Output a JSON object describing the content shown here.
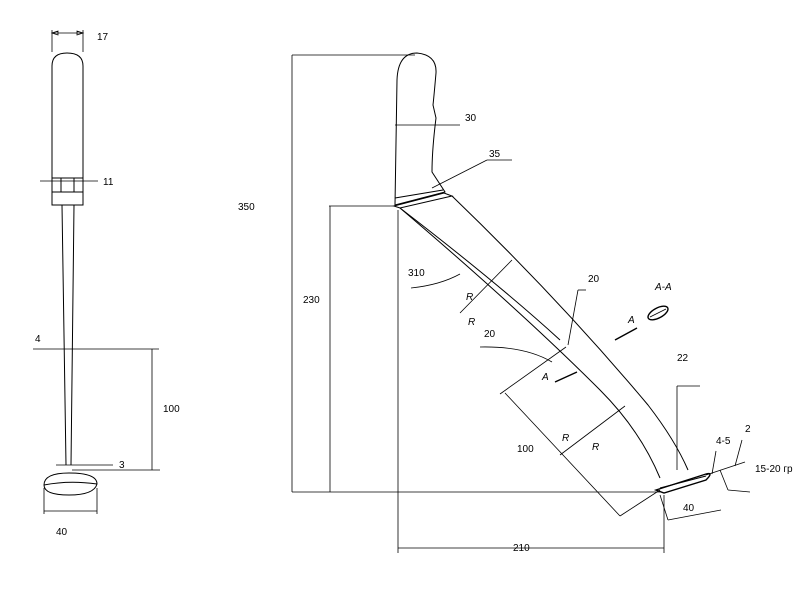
{
  "colors": {
    "line": "#000000",
    "blue": "#1a2fb0",
    "red": "#cc0000",
    "background": "#ffffff"
  },
  "front_view": {
    "dim_top_width": "17",
    "dim_neck": "11",
    "dim_shaft": "4",
    "dim_lower_length": "100",
    "dim_tip": "3",
    "dim_blade_width": "40"
  },
  "side_view": {
    "dim_total_height": "350",
    "dim_handle_width": "30",
    "dim_collar": "35",
    "dim_height_230": "230",
    "dim_radius_310": "310",
    "radius_marks": [
      "R",
      "R",
      "R",
      "R"
    ],
    "dim_20_top": "20",
    "dim_20_red": "20",
    "section_label": "A-A",
    "section_mark_a1": "A",
    "section_mark_a2": "A",
    "dim_100": "100",
    "dim_22": "22",
    "dim_4_5": "4-5",
    "dim_2": "2",
    "dim_angle": "15-20 гр",
    "dim_blade_40": "40",
    "dim_horizontal_210": "210"
  }
}
